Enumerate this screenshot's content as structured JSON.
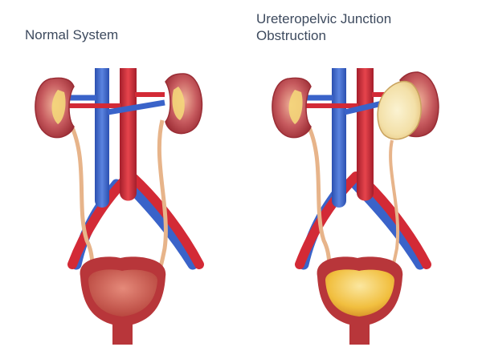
{
  "panels": {
    "left": {
      "title": "Normal System"
    },
    "right": {
      "title_line1": "Ureteropelvic Junction",
      "title_line2": "Obstruction"
    }
  },
  "colors": {
    "vein": "#3a63c9",
    "artery": "#d32a36",
    "kidney_tissue": "#c5565a",
    "ureter": "#e7b48a",
    "bladder_wall": "#b8363a",
    "urine": "#f1c64a",
    "text": "#3d4a5e"
  }
}
